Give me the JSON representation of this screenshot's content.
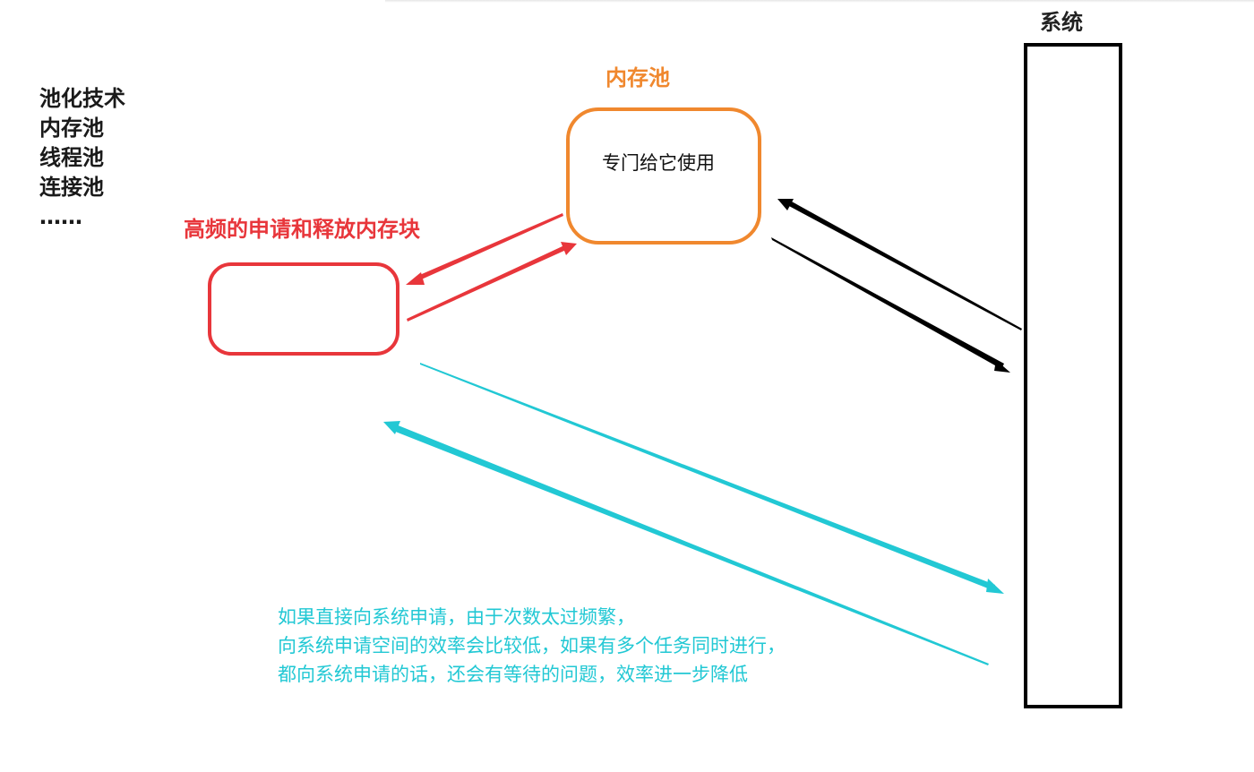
{
  "left_list": [
    "池化技术",
    "内存池",
    "线程池",
    "连接池",
    "……"
  ],
  "system_box": {
    "label": "系统"
  },
  "memory_pool_box": {
    "label": "内存池",
    "content": "专门给它使用"
  },
  "request_box": {
    "label": "高频的申请和释放内存块"
  },
  "note_lines": [
    "如果直接向系统申请，由于次数太过频繁，",
    "向系统申请空间的效率会比较低，如果有多个任务同时进行，",
    "都向系统申请的话，还会有等待的问题，效率进一步降低"
  ],
  "colors": {
    "memory_pool": "#f0882e",
    "request": "#e8363b",
    "system": "#000000",
    "note": "#22c8d4"
  }
}
